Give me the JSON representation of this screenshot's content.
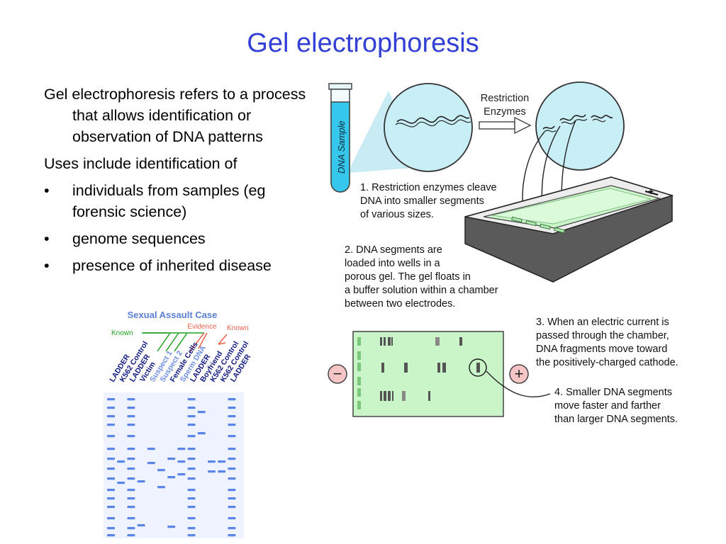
{
  "slide": {
    "title": "Gel electrophoresis",
    "definition": "Gel electrophoresis refers to a process that allows identification or observation of DNA patterns",
    "uses_intro": "Uses include identification of",
    "bullets": [
      "individuals from samples (eg forensic science)",
      "genome sequences",
      "presence of inherited disease"
    ]
  },
  "diagram": {
    "tube_label": "DNA Sample",
    "arrow_label_line1": "Restriction",
    "arrow_label_line2": "Enzymes",
    "step1": [
      "1. Restriction enzymes cleave",
      "DNA into smaller segments",
      "of various sizes."
    ],
    "step2": [
      "2. DNA segments are",
      "loaded into wells in a",
      "porous gel.  The gel floats in",
      "a buffer solution within a chamber",
      "between two electrodes."
    ],
    "step3": [
      "3. When an electric current is",
      "passed through the chamber,",
      "DNA fragments move toward",
      "the positively-charged cathode."
    ],
    "step4": [
      "4. Smaller DNA segments",
      "move faster and farther",
      "than larger DNA segments."
    ],
    "minus": "−",
    "plus": "+",
    "chamber_plus": "+",
    "colors": {
      "title_blue": "#3340d6",
      "tube_cyan": "#35c8ec",
      "gel_green": "#c9f5c9",
      "lens_cyan": "#c8eef6"
    }
  },
  "gel_case": {
    "title": "Sexual Assault Case",
    "evidence": "Evidence",
    "known_left": "Known",
    "known_right": "Known",
    "lanes": [
      {
        "label": "LADDER",
        "color": "#111a80"
      },
      {
        "label": "K562 Control",
        "color": "#111a80"
      },
      {
        "label": "LADDER",
        "color": "#111a80"
      },
      {
        "label": "Victim",
        "color": "#111a80"
      },
      {
        "label": "Suspect 1",
        "color": "#6f8fe6"
      },
      {
        "label": "Suspect 2",
        "color": "#6f8fe6"
      },
      {
        "label": "Female Cells",
        "color": "#111a80"
      },
      {
        "label": "Sperm DNA",
        "color": "#6f8fe6"
      },
      {
        "label": "LADDER",
        "color": "#111a80"
      },
      {
        "label": "Boyfriend",
        "color": "#111a80"
      },
      {
        "label": "K562 Control",
        "color": "#111a80"
      },
      {
        "label": "K562 Control",
        "color": "#111a80"
      },
      {
        "label": "LADDER",
        "color": "#111a80"
      }
    ],
    "colors": {
      "title": "#5a7fd6",
      "evidence": "#e8604a",
      "known": "#20a020",
      "band": "#5b86e8"
    }
  }
}
